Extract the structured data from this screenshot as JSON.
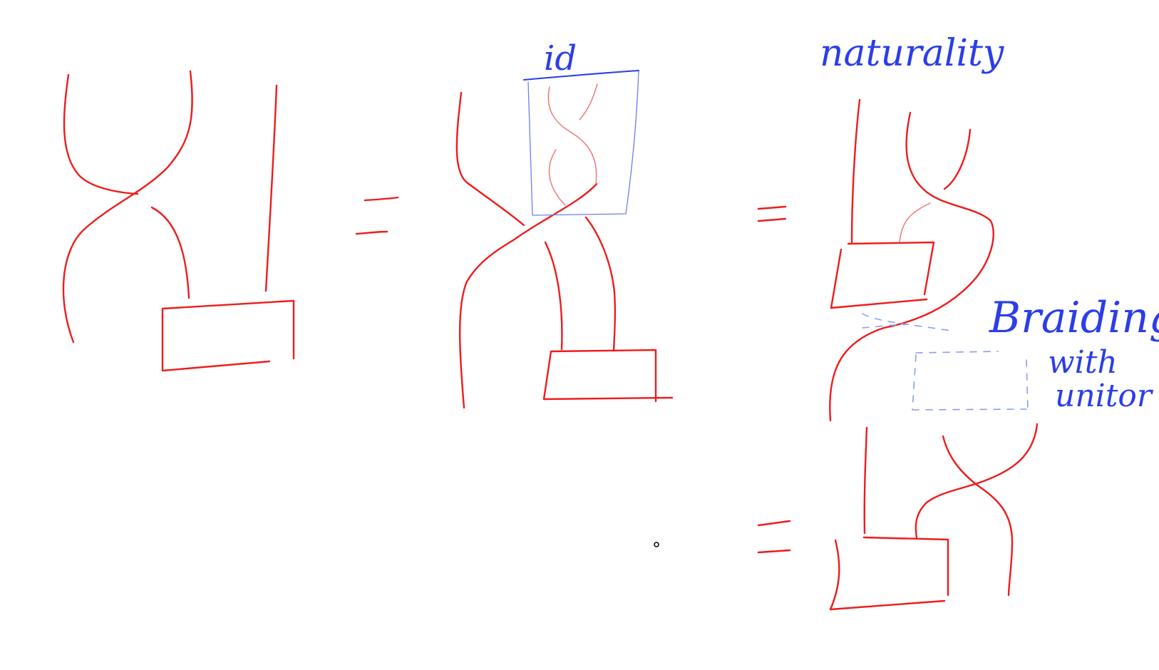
{
  "labels": {
    "id": "id",
    "naturality": "naturality",
    "braiding_line1": "Braiding",
    "braiding_line2": "with",
    "braiding_line3": "unitor"
  },
  "equals_count": 3,
  "colors": {
    "strands": "#ee1c1c",
    "annotations": "#2b3ee8",
    "background": "#ffffff"
  }
}
